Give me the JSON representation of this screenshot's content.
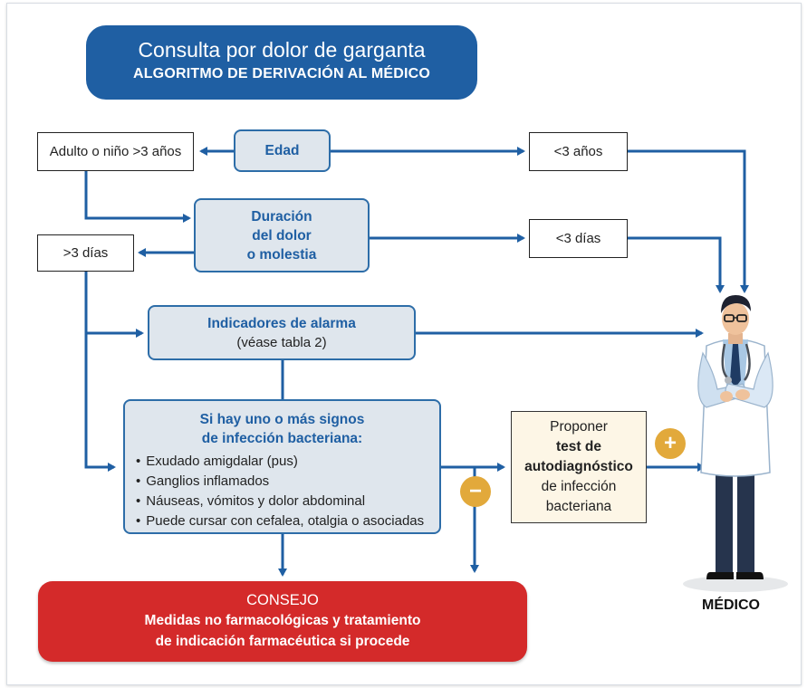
{
  "header": {
    "title": "Consulta por dolor de garganta",
    "subtitle": "ALGORITMO DE DERIVACIÓN AL MÉDICO"
  },
  "nodes": {
    "edad": "Edad",
    "adulto": "Adulto o niño >3 años",
    "menos3anos": "<3 años",
    "duracion": [
      "Duración",
      "del dolor",
      "o molestia"
    ],
    "mas3dias": ">3 días",
    "menos3dias": "<3 días",
    "alarma_title": "Indicadores de alarma",
    "alarma_sub": "(véase tabla  2)",
    "signos_title": [
      "Si hay uno o más signos",
      "de infección bacteriana:"
    ],
    "signos_items": [
      "Exudado amigdalar (pus)",
      "Ganglios inflamados",
      "Náuseas, vómitos y dolor abdominal",
      "Puede cursar con cefalea, otalgia o asociadas"
    ],
    "proponer": [
      "Proponer",
      "test de",
      "autodiagnóstico",
      "de infección",
      "bacteriana"
    ]
  },
  "badges": {
    "minus": "−",
    "plus": "+"
  },
  "consejo": {
    "heading": "CONSEJO",
    "line1": "Medidas no farmacológicas y tratamiento",
    "line2": "de indicación farmacéutica si procede"
  },
  "medico_label": "MÉDICO",
  "colors": {
    "accent": "#1f5fa3",
    "red": "#d42a2a",
    "badge": "#e2a93b",
    "box": "#dfe6ed"
  }
}
